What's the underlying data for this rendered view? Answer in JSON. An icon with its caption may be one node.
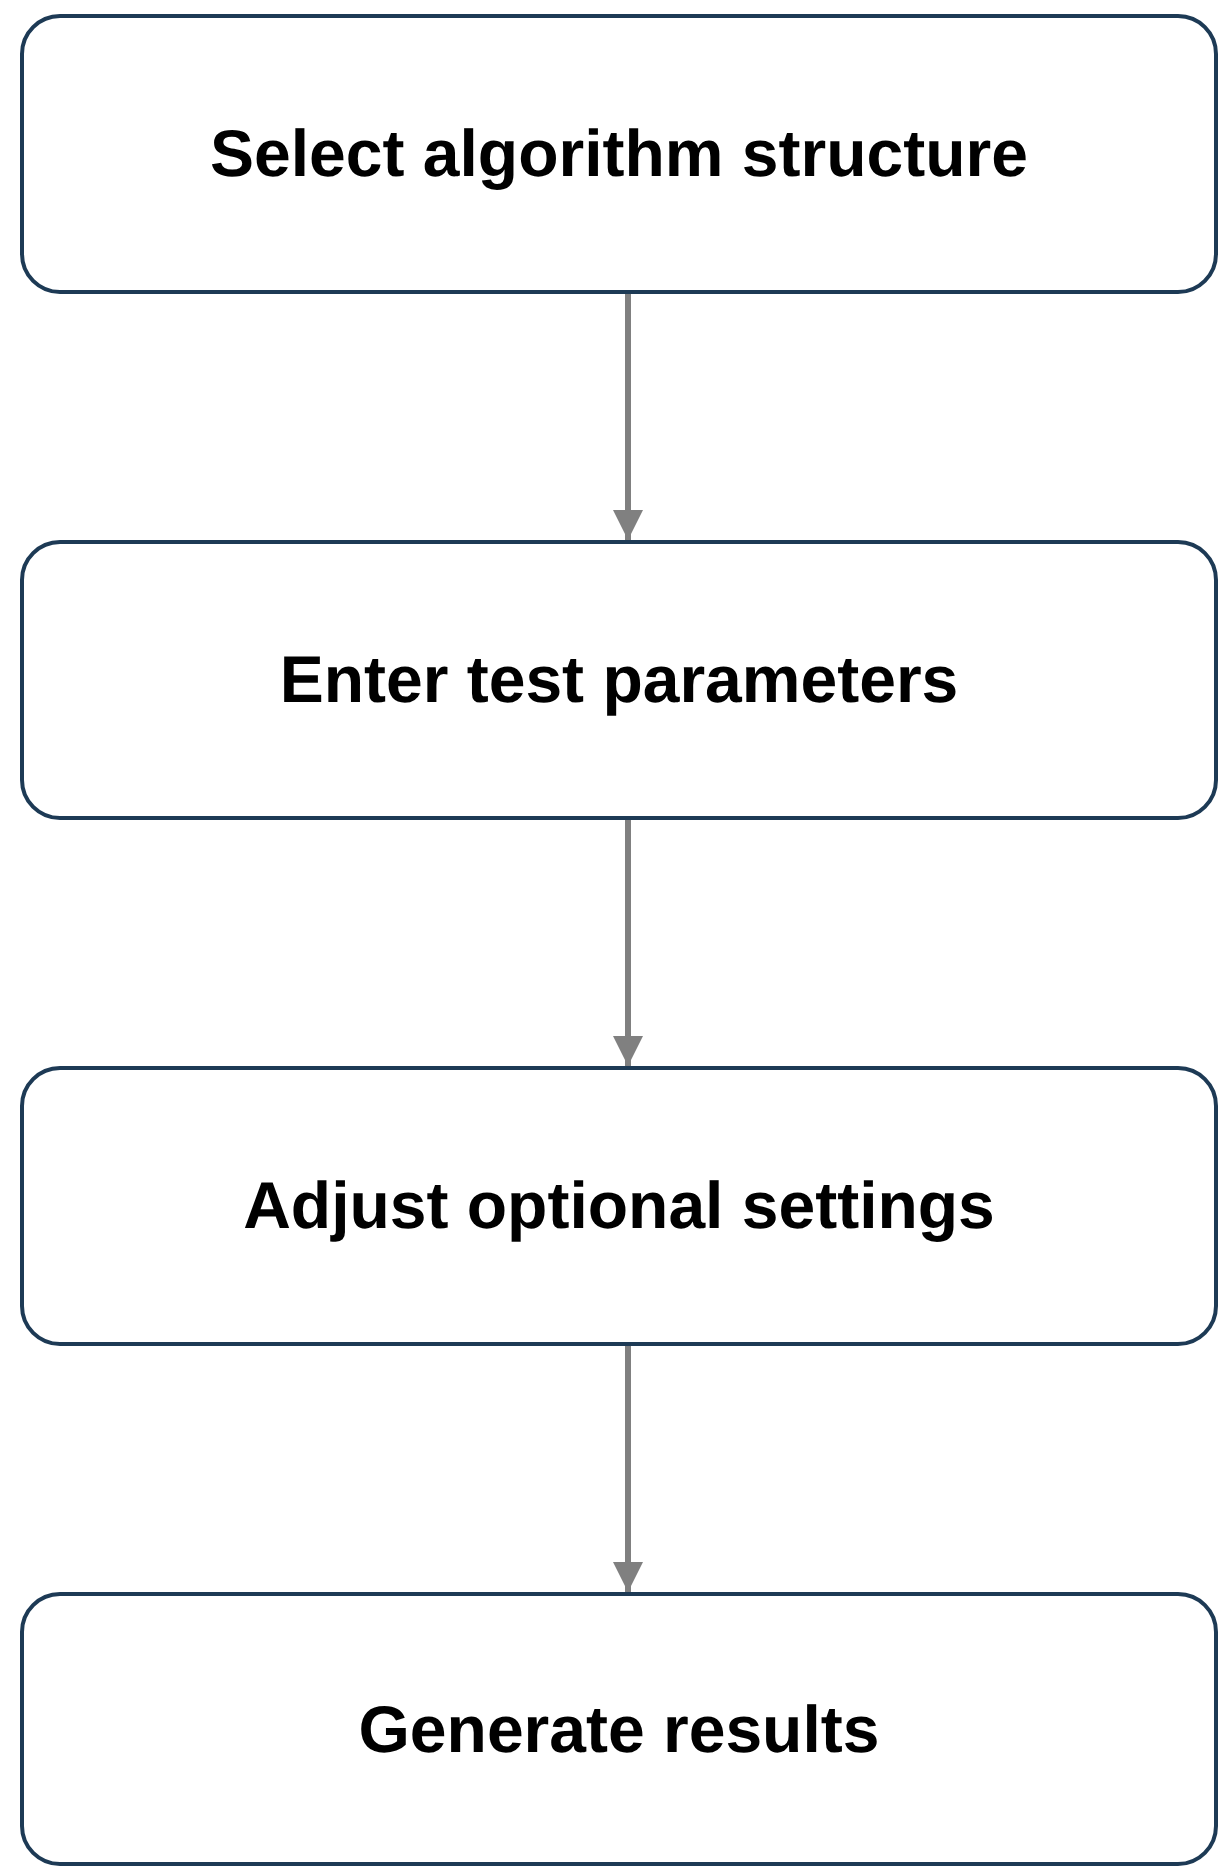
{
  "diagram": {
    "nodes": [
      {
        "text": [
          "Select algorithm structure"
        ]
      },
      {
        "text": [
          "Enter test parameters"
        ]
      },
      {
        "text": [
          "Adjust optional settings"
        ]
      },
      {
        "text": [
          "Generate results"
        ]
      }
    ],
    "edges": [
      {
        "from": 0,
        "to": 1,
        "arrow": "to"
      },
      {
        "from": 1,
        "to": 2,
        "arrow": "to"
      },
      {
        "from": 2,
        "to": 3,
        "arrow": "to"
      }
    ]
  }
}
